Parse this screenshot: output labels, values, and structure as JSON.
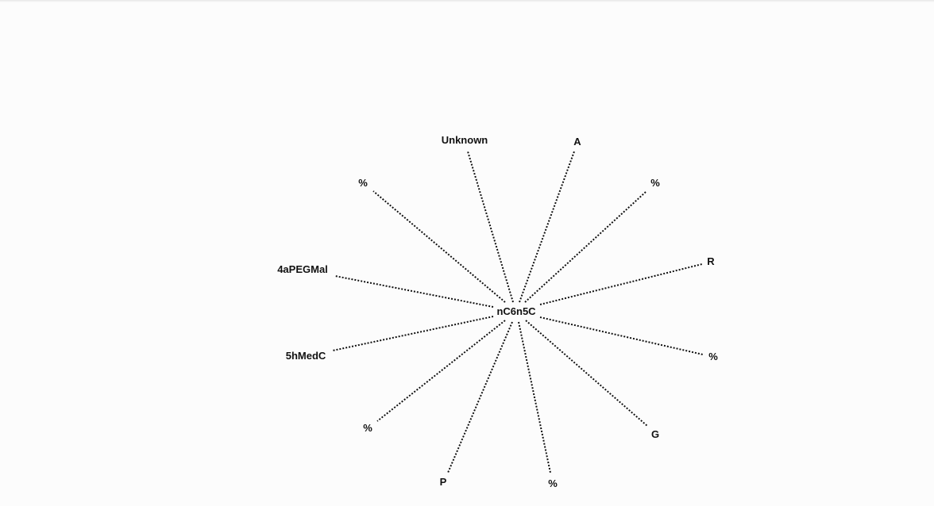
{
  "graph": {
    "center": {
      "id": "center",
      "label": "nC6n5C"
    },
    "nodes": [
      {
        "id": "n-unknown",
        "label": "Unknown"
      },
      {
        "id": "n-a",
        "label": "A"
      },
      {
        "id": "n-pct-top-right",
        "label": "%"
      },
      {
        "id": "n-r",
        "label": "R"
      },
      {
        "id": "n-pct-right",
        "label": "%"
      },
      {
        "id": "n-g",
        "label": "G"
      },
      {
        "id": "n-pct-bottom",
        "label": "%"
      },
      {
        "id": "n-p",
        "label": "P"
      },
      {
        "id": "n-pct-bottom-left",
        "label": "%"
      },
      {
        "id": "n-5hmedc",
        "label": "5hMedC"
      },
      {
        "id": "n-4apegmal",
        "label": "4aPEGMal"
      },
      {
        "id": "n-pct-top-left",
        "label": "%"
      }
    ],
    "edges": [
      {
        "from": "center",
        "to": "n-unknown"
      },
      {
        "from": "center",
        "to": "n-a"
      },
      {
        "from": "center",
        "to": "n-pct-top-right"
      },
      {
        "from": "center",
        "to": "n-r"
      },
      {
        "from": "center",
        "to": "n-pct-right"
      },
      {
        "from": "center",
        "to": "n-g"
      },
      {
        "from": "center",
        "to": "n-pct-bottom"
      },
      {
        "from": "center",
        "to": "n-p"
      },
      {
        "from": "center",
        "to": "n-pct-bottom-left"
      },
      {
        "from": "center",
        "to": "n-5hmedc"
      },
      {
        "from": "center",
        "to": "n-4apegmal"
      },
      {
        "from": "center",
        "to": "n-pct-top-left"
      }
    ],
    "edge_style": "dotted",
    "colors": {
      "background": "#fcfcfc",
      "ink": "#111111"
    }
  }
}
